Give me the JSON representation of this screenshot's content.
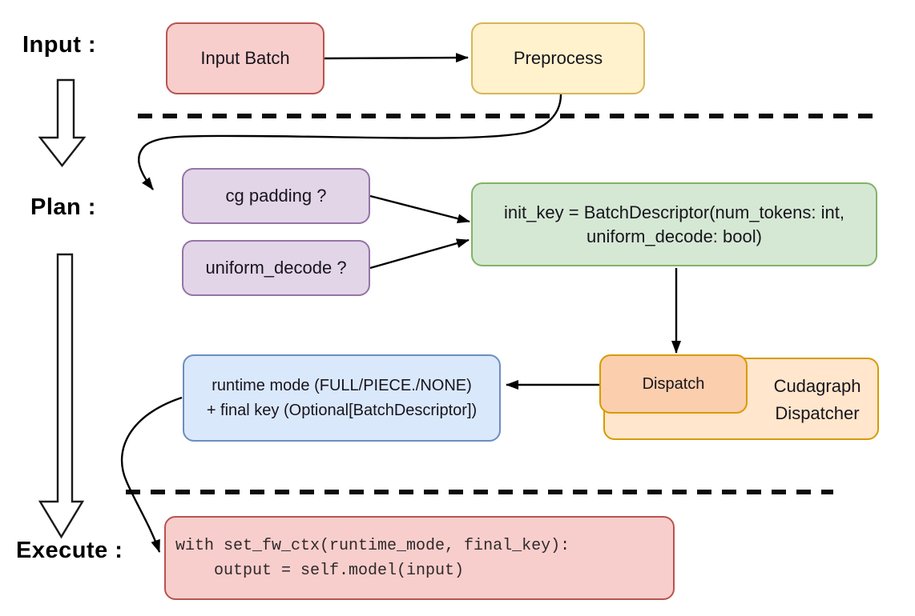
{
  "diagram": {
    "sections": [
      {
        "id": "input",
        "label": "Input :"
      },
      {
        "id": "plan",
        "label": "Plan :"
      },
      {
        "id": "execute",
        "label": "Execute :"
      }
    ],
    "nodes": {
      "input_batch": {
        "label": "Input Batch"
      },
      "preprocess": {
        "label": "Preprocess"
      },
      "cg_padding": {
        "label": "cg padding ?"
      },
      "uniform_decode": {
        "label": "uniform_decode ?"
      },
      "init_key": {
        "line1": "init_key = BatchDescriptor(num_tokens: int,",
        "line2": "uniform_decode: bool)"
      },
      "dispatch": {
        "label": "Dispatch"
      },
      "cudagraph_dispatcher": {
        "line1": "Cudagraph",
        "line2": "Dispatcher"
      },
      "runtime_mode": {
        "line1": "runtime mode (FULL/PIECE./NONE)",
        "line2": "+ final key (Optional[BatchDescriptor])"
      },
      "execute_code": {
        "line1": "with set_fw_ctx(runtime_mode, final_key):",
        "line2": "    output = self.model(input)"
      }
    },
    "colors": {
      "red_fill": "#F8CECC",
      "red_stroke": "#B85450",
      "yellow_fill": "#FFF2CC",
      "yellow_stroke": "#D6B656",
      "purple_fill": "#E1D5E7",
      "purple_stroke": "#9673A6",
      "green_fill": "#D5E8D4",
      "green_stroke": "#82B366",
      "blue_fill": "#DAE8FC",
      "blue_stroke": "#6C8EBF",
      "orange_fill": "#FFE6CC",
      "orange_stroke": "#D79B00",
      "dispatch_fill": "#FBCEAD",
      "connector": "#000000"
    }
  }
}
